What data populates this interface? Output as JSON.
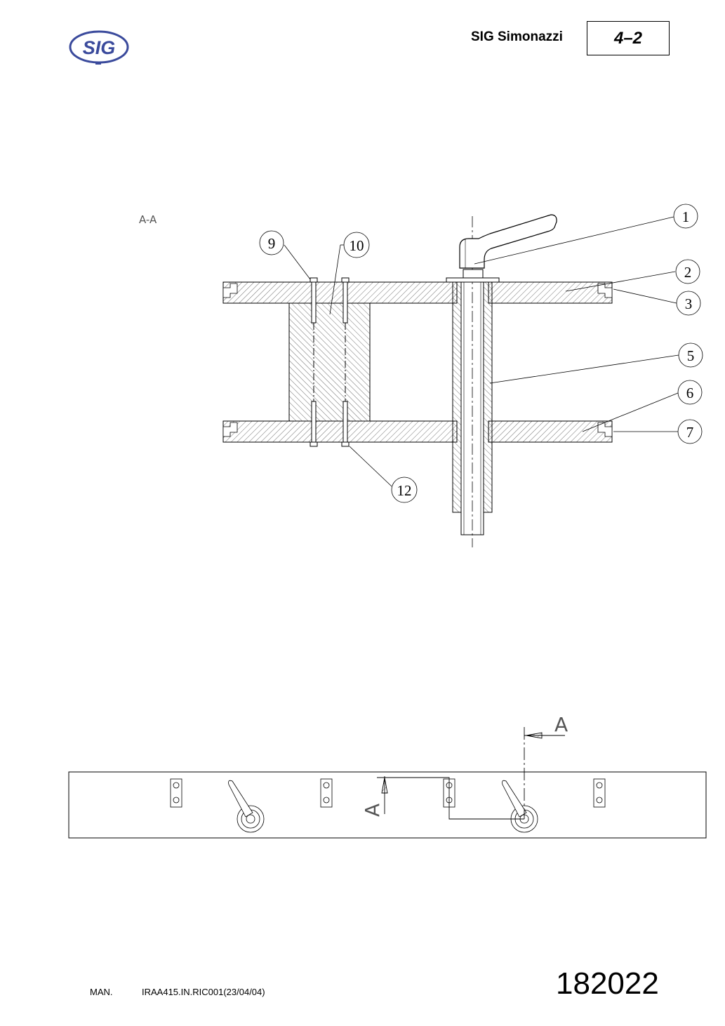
{
  "header": {
    "logo_text": "SIG",
    "company": "SIG Simonazzi",
    "page_number": "4–2"
  },
  "drawing": {
    "section_label": "A-A",
    "callouts": [
      "1",
      "2",
      "3",
      "5",
      "6",
      "7",
      "9",
      "10",
      "12"
    ],
    "section_marker": "A"
  },
  "footer": {
    "man_label": "MAN.",
    "doc_reference": "IRAA415.IN.RIC001(23/04/04)",
    "doc_number": "182022"
  }
}
